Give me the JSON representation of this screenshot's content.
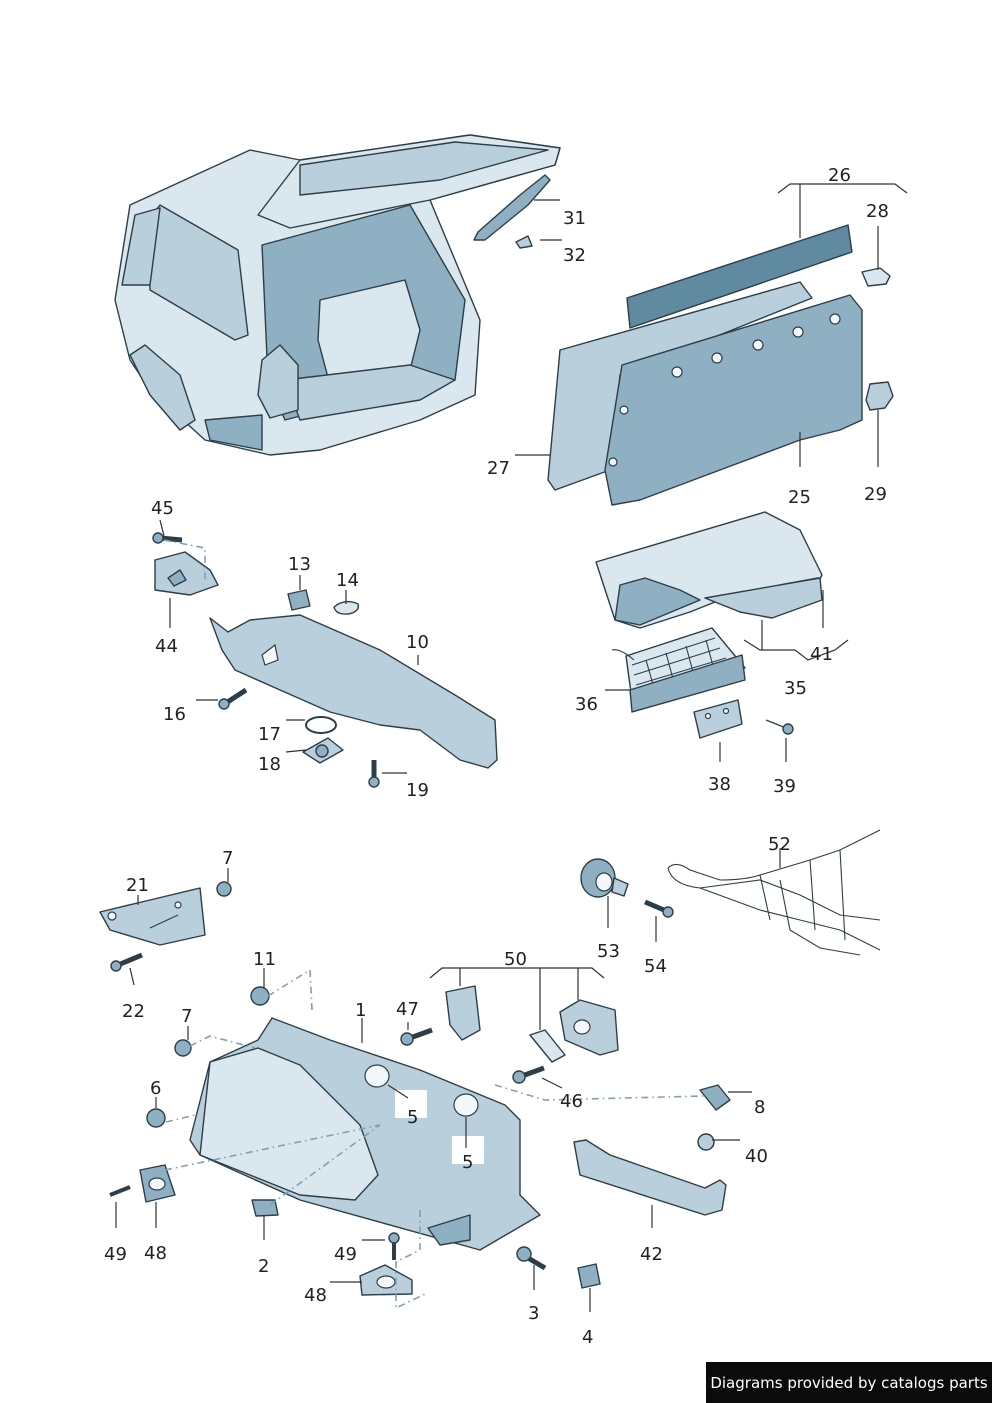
{
  "labels": {
    "l1": "1",
    "l2": "2",
    "l3": "3",
    "l4": "4",
    "l5a": "5",
    "l5b": "5",
    "l6": "6",
    "l7a": "7",
    "l7b": "7",
    "l8": "8",
    "l10": "10",
    "l11": "11",
    "l13": "13",
    "l14": "14",
    "l16": "16",
    "l17": "17",
    "l18": "18",
    "l19": "19",
    "l21": "21",
    "l22": "22",
    "l25": "25",
    "l26": "26",
    "l27": "27",
    "l28": "28",
    "l29": "29",
    "l31": "31",
    "l32": "32",
    "l35": "35",
    "l36": "36",
    "l38": "38",
    "l39": "39",
    "l40": "40",
    "l41": "41",
    "l42": "42",
    "l44": "44",
    "l45": "45",
    "l46": "46",
    "l47": "47",
    "l48a": "48",
    "l48b": "48",
    "l49a": "49",
    "l49b": "49",
    "l50": "50",
    "l52": "52",
    "l53": "53",
    "l54": "54"
  },
  "footer": {
    "credit": "Diagrams provided by catalogs parts"
  },
  "colors": {
    "part_light": "#b9cfdb",
    "part_mid": "#8fb0c2",
    "part_dark": "#5f8aa0",
    "outline": "#2d3e48"
  }
}
